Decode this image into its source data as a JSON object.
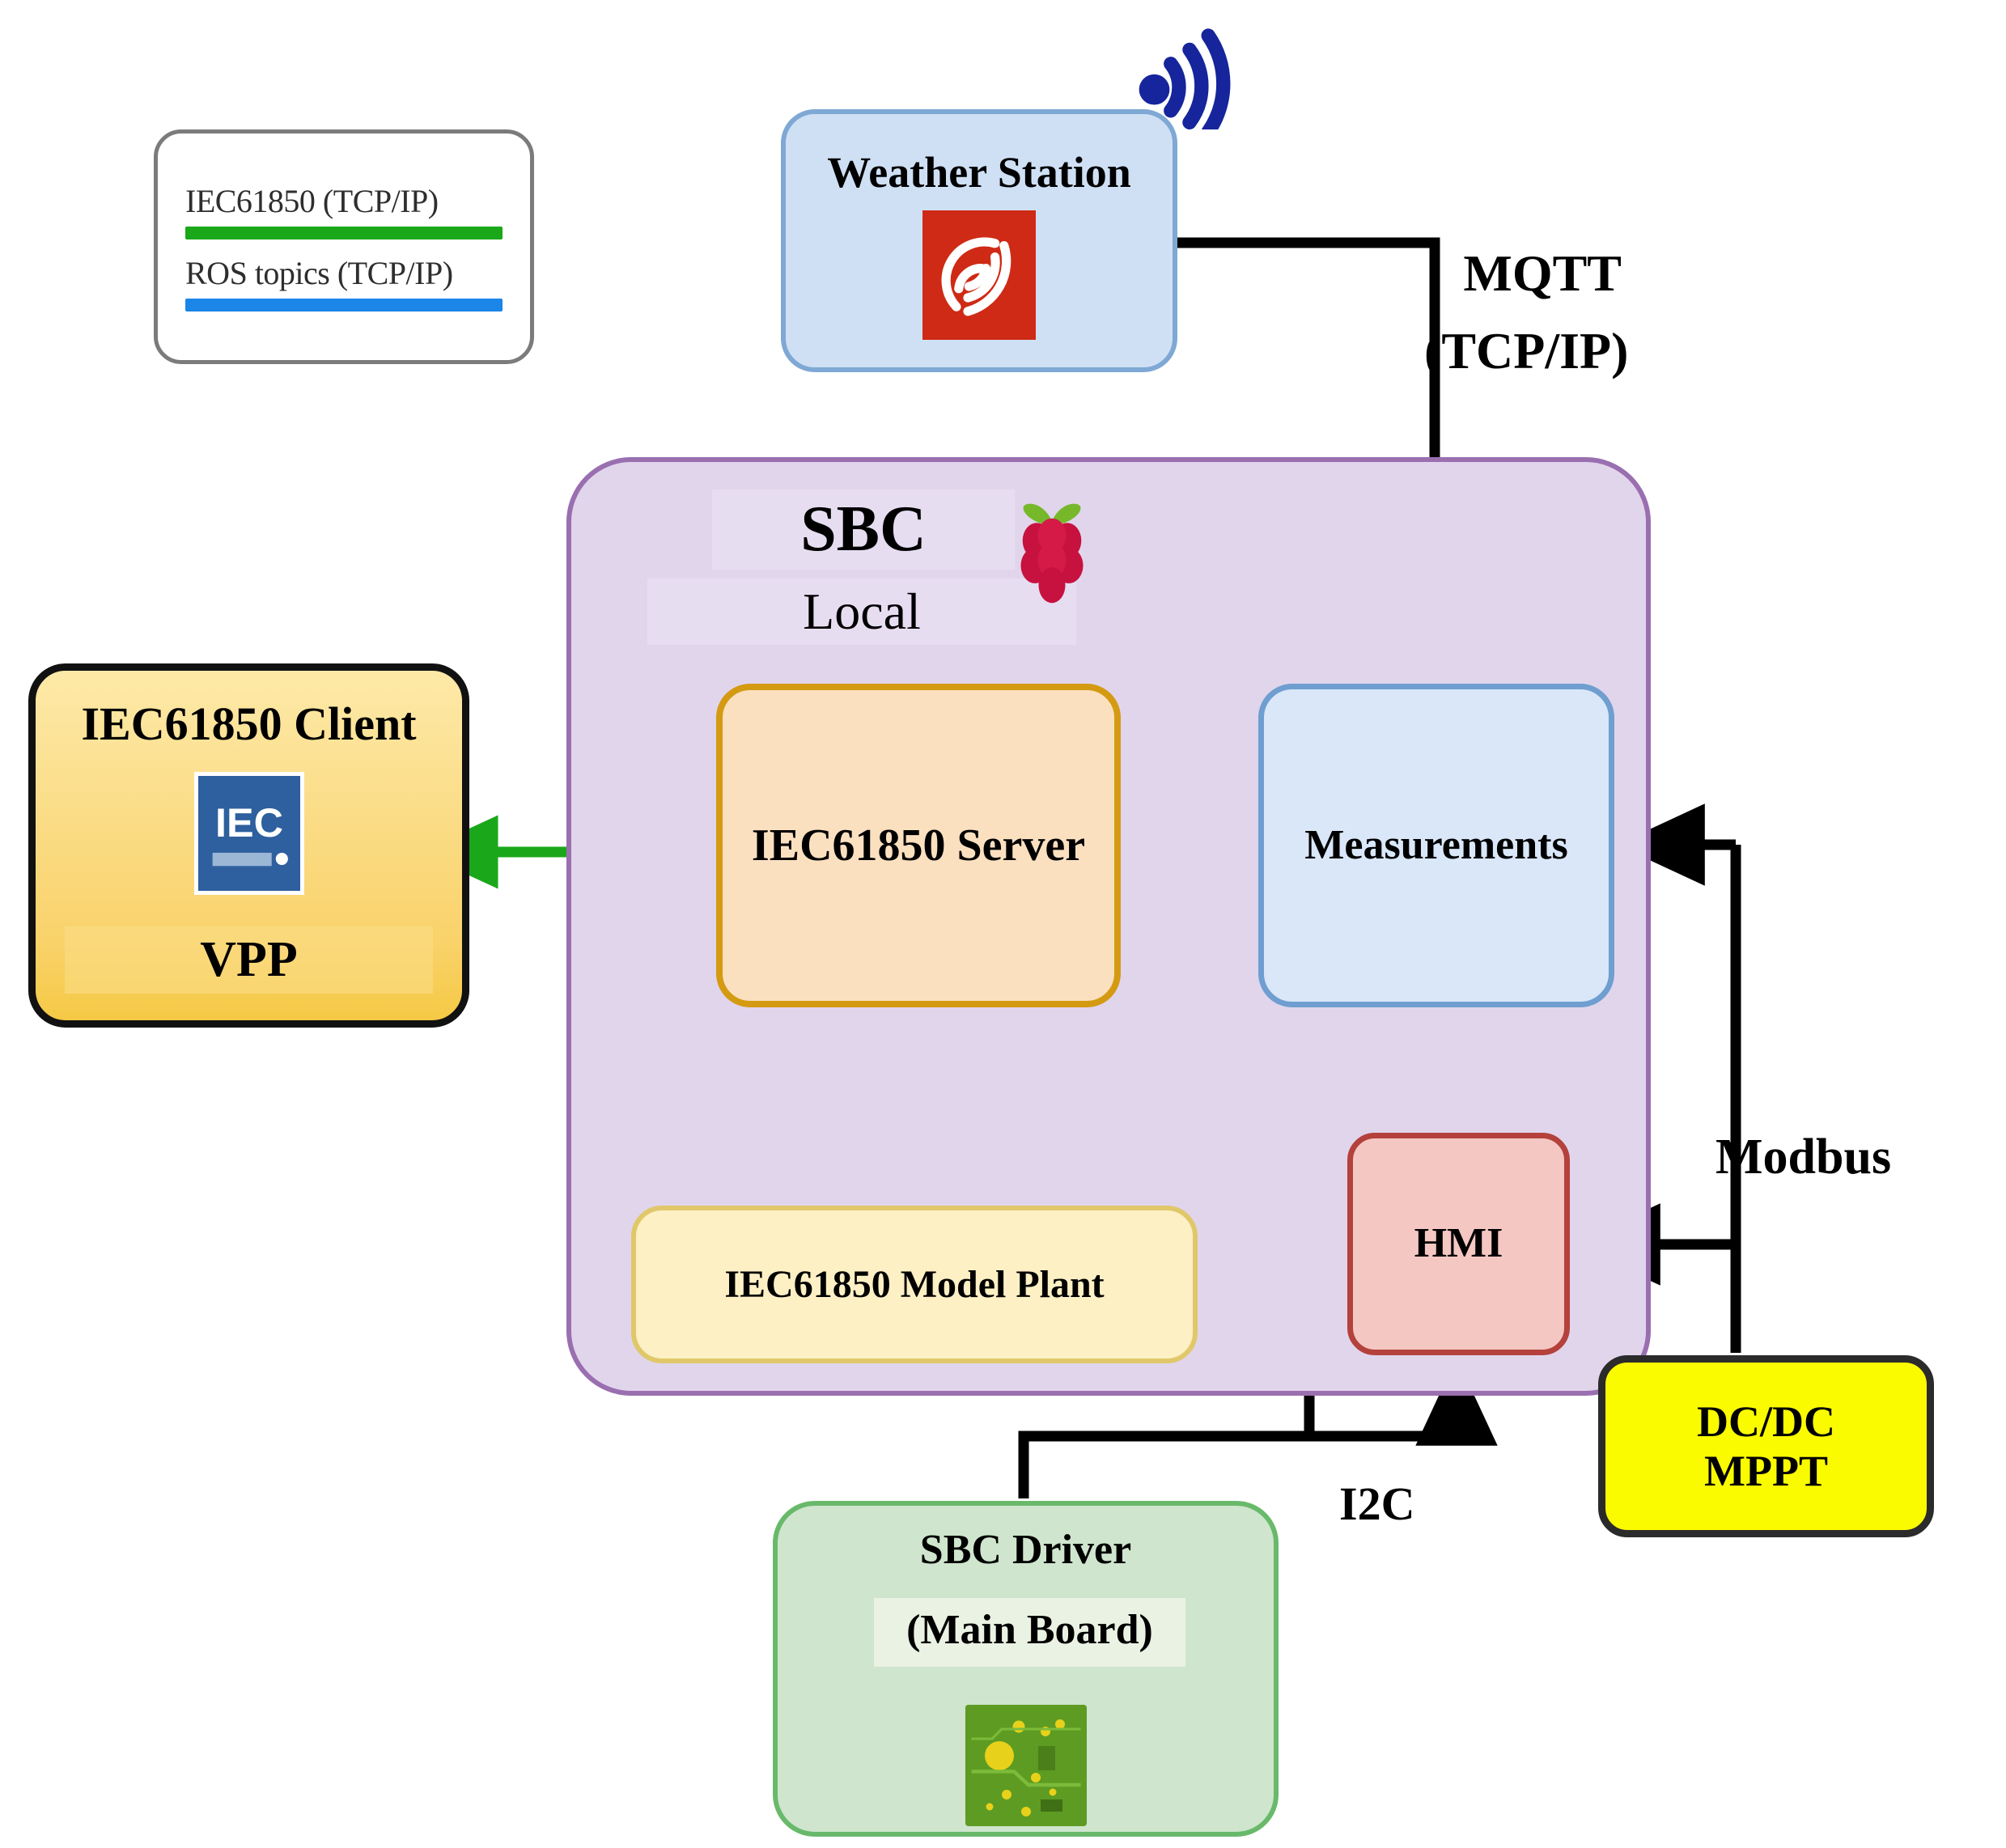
{
  "legend": {
    "items": [
      {
        "text": "IEC61850 (TCP/IP)",
        "color": "#1aa81a"
      },
      {
        "text": "ROS topics (TCP/IP)",
        "color": "#1b85e8"
      }
    ]
  },
  "nodes": {
    "weather_station": {
      "label": "Weather Station",
      "icon": "weather-swirl-logo",
      "fill": "#cfe0f5",
      "border": "#7fa8d4"
    },
    "sbc_container": {
      "title": "SBC",
      "subtitle": "Local",
      "icon": "raspberry-pi-logo",
      "fill": "#e1d5ec",
      "border": "#9a6fb0"
    },
    "iec_client": {
      "label": "IEC61850 Client",
      "footer": "VPP",
      "icon": "iec-logo",
      "fill": "#f9d26a",
      "border": "#111111"
    },
    "iec_server": {
      "label": "IEC61850 Server",
      "fill": "#fbe0c0",
      "border": "#d49a12"
    },
    "measurements": {
      "label": "Measurements",
      "fill": "#d9e7f8",
      "border": "#6f9ed0"
    },
    "model_plant": {
      "label": "IEC61850 Model Plant",
      "fill": "#fcf0c4",
      "border": "#e0c86a"
    },
    "hmi": {
      "label": "HMI",
      "fill": "#f4c7c3",
      "border": "#b4413c"
    },
    "sbc_driver": {
      "label": "SBC Driver",
      "sublabel": "(Main Board)",
      "icon": "pcb-board-logo",
      "fill": "#cfe5cd",
      "border": "#69b96b"
    },
    "dcdc_mppt": {
      "label_line1": "DC/DC",
      "label_line2": "MPPT",
      "fill": "#fbfb00",
      "border": "#2b2b2b"
    }
  },
  "edges": {
    "mqtt": {
      "line1": "MQTT",
      "line2": "(TCP/IP)",
      "color": "#000000"
    },
    "modbus": {
      "label": "Modbus",
      "color": "#000000"
    },
    "i2c": {
      "label": "I2C",
      "color": "#000000"
    },
    "iec_link_color": "#1aa81a",
    "ros_link_color": "#1b85e8"
  },
  "icons": {
    "wifi": "wifi-signal-icon",
    "weather": "weather-station-swirl-icon",
    "raspberry": "raspberry-pi-icon",
    "iec": "iec-logo-icon",
    "pcb": "circuit-board-icon"
  }
}
